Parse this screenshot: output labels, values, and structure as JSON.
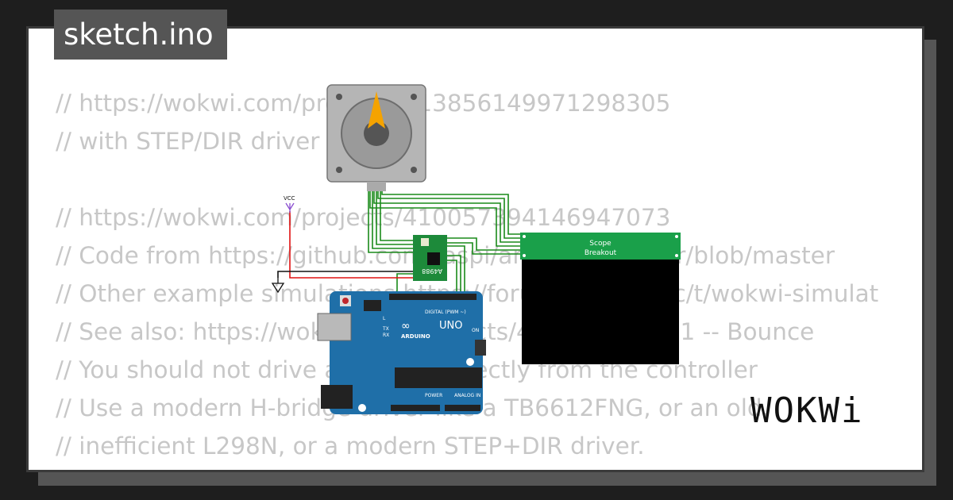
{
  "tab": {
    "title": "sketch.ino"
  },
  "code_lines": [
    "// https://wokwi.com/projects/313856149971298305",
    "// with STEP/DIR driver",
    "",
    "// https://wokwi.com/projects/410057394146947073",
    "// Code from https://github.com/raspi/arduino-stepper/blob/master",
    "// Other example simulations https://forum.arduino.cc/t/wokwi-simulat",
    "// See also: https://wokwi.com/projects/408962027521 -- Bounce",
    "// You should not drive a stepper directly from the controller",
    "// Use a modern H-bridge driver like a TB6612FNG, or an old,",
    "// inefficient L298N, or a modern STEP+DIR driver."
  ],
  "diagram": {
    "vcc_label": "VCC",
    "driver_label": "A4988",
    "scope_title_line1": "Scope",
    "scope_title_line2": "Breakout",
    "board_brand": "ARDUINO",
    "board_model": "UNO",
    "digital_label": "DIGITAL (PWM ~)",
    "analog_label": "ANALOG IN",
    "power_label": "POWER",
    "on_label": "ON",
    "tx_label": "TX",
    "rx_label": "RX",
    "l_label": "L",
    "colors": {
      "board_blue": "#1f6fa8",
      "wire_green": "#1a8a1a",
      "wire_red": "#e01010",
      "motor_arrow": "#f5a300",
      "driver_green": "#1d8a3a",
      "scope_green": "#1aa04a"
    }
  },
  "logo": {
    "text": "WOKWi"
  }
}
